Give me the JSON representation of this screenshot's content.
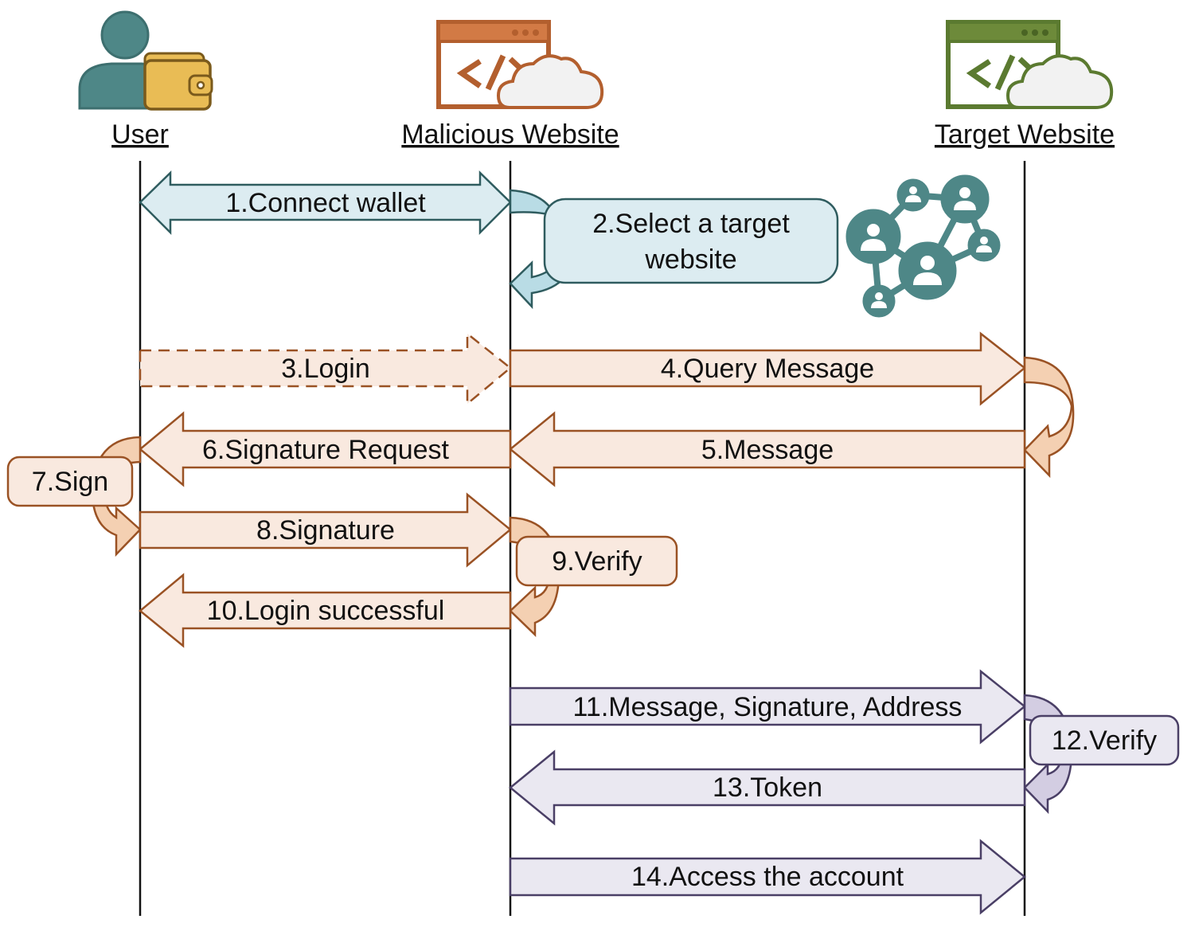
{
  "actors": [
    {
      "id": "user",
      "label": "User",
      "icon": "user-with-wallet-icon"
    },
    {
      "id": "malicious",
      "label": "Malicious Website",
      "icon": "web-code-cloud-icon"
    },
    {
      "id": "target",
      "label": "Target Website",
      "icon": "web-code-cloud-icon"
    }
  ],
  "colors": {
    "blue_fill": "#dcecf1",
    "blue_dark": "#b9dce5",
    "blue_stroke": "#2f5c5f",
    "orange_fill": "#f9e9df",
    "orange_dark": "#f4d0b2",
    "orange_stroke": "#9a5224",
    "purple_fill": "#eae8f1",
    "purple_dark": "#d3cde2",
    "purple_stroke": "#4a3f66",
    "teal_icon": "#4e8787",
    "malicious_icon": "#d27a45",
    "target_icon": "#6d8a3a",
    "wallet": "#e9bc55"
  },
  "messages": [
    {
      "step": "1.Connect wallet",
      "from": "user",
      "to": "malicious",
      "style": "double",
      "theme": "blue"
    },
    {
      "step": "3.Login",
      "from": "user",
      "to": "malicious",
      "style": "dashed",
      "theme": "orange"
    },
    {
      "step": "4.Query Message",
      "from": "malicious",
      "to": "target",
      "style": "solid",
      "theme": "orange"
    },
    {
      "step": "5.Message",
      "from": "target",
      "to": "malicious",
      "style": "solid",
      "theme": "orange"
    },
    {
      "step": "6.Signature Request",
      "from": "malicious",
      "to": "user",
      "style": "solid",
      "theme": "orange"
    },
    {
      "step": "8.Signature",
      "from": "user",
      "to": "malicious",
      "style": "solid",
      "theme": "orange"
    },
    {
      "step": "10.Login successful",
      "from": "malicious",
      "to": "user",
      "style": "solid",
      "theme": "orange"
    },
    {
      "step": "11.Message, Signature, Address",
      "from": "malicious",
      "to": "target",
      "style": "solid",
      "theme": "purple"
    },
    {
      "step": "13.Token",
      "from": "target",
      "to": "malicious",
      "style": "solid",
      "theme": "purple"
    },
    {
      "step": "14.Access the account",
      "from": "malicious",
      "to": "target",
      "style": "solid",
      "theme": "purple"
    }
  ],
  "self_steps": [
    {
      "line1": "2.Select a target",
      "line2": "website",
      "actor": "malicious",
      "theme": "blue"
    },
    {
      "line1": "7.Sign",
      "actor": "user",
      "theme": "orange"
    },
    {
      "line1": "9.Verify",
      "actor": "malicious",
      "theme": "orange"
    },
    {
      "line1": "12.Verify",
      "actor": "target",
      "theme": "purple"
    }
  ],
  "decorations": {
    "network_icon": "social-network-icon"
  }
}
